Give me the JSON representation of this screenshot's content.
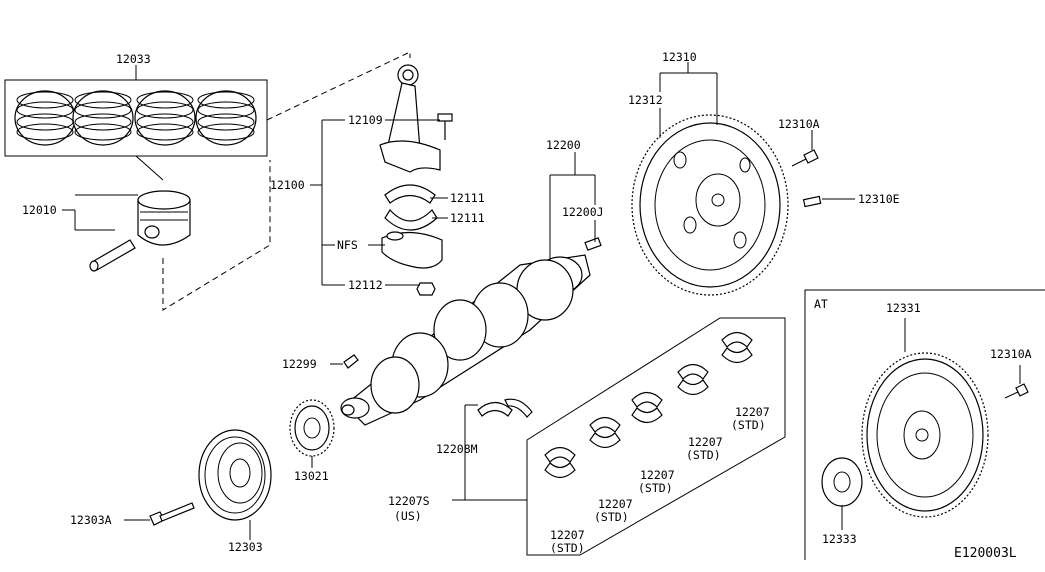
{
  "labels": {
    "rings": "12033",
    "piston": "12010",
    "conrod_assy": "12100",
    "conrod_bolt": "12109",
    "conrod_bearing_1": "12111",
    "conrod_bearing_2": "12111",
    "nfs": "NFS",
    "conrod_nut": "12112",
    "crankshaft": "12200",
    "pilot_bushing": "12200J",
    "flywheel_assy": "12310",
    "flywheel_ring": "12312",
    "flywheel_bolt": "12310A",
    "flywheel_dowel": "12310E",
    "key": "12299",
    "thrust_washer": "12208M",
    "main_bearing_us": "12207S",
    "main_bearing_us_sub": "(US)",
    "main_bearing_std_1": "12207",
    "main_bearing_std_1_sub": "(STD)",
    "main_bearing_std_2": "12207",
    "main_bearing_std_2_sub": "(STD)",
    "main_bearing_std_3": "12207",
    "main_bearing_std_3_sub": "(STD)",
    "main_bearing_std_4": "12207",
    "main_bearing_std_4_sub": "(STD)",
    "main_bearing_std_5": "12207",
    "main_bearing_std_5_sub": "(STD)",
    "sprocket": "13021",
    "pulley_bolt": "12303A",
    "pulley": "12303",
    "at_section": "AT",
    "drive_plate": "12331",
    "drive_plate_bolt": "12310A",
    "reinforcement": "12333",
    "diagram_code": "E120003L"
  }
}
